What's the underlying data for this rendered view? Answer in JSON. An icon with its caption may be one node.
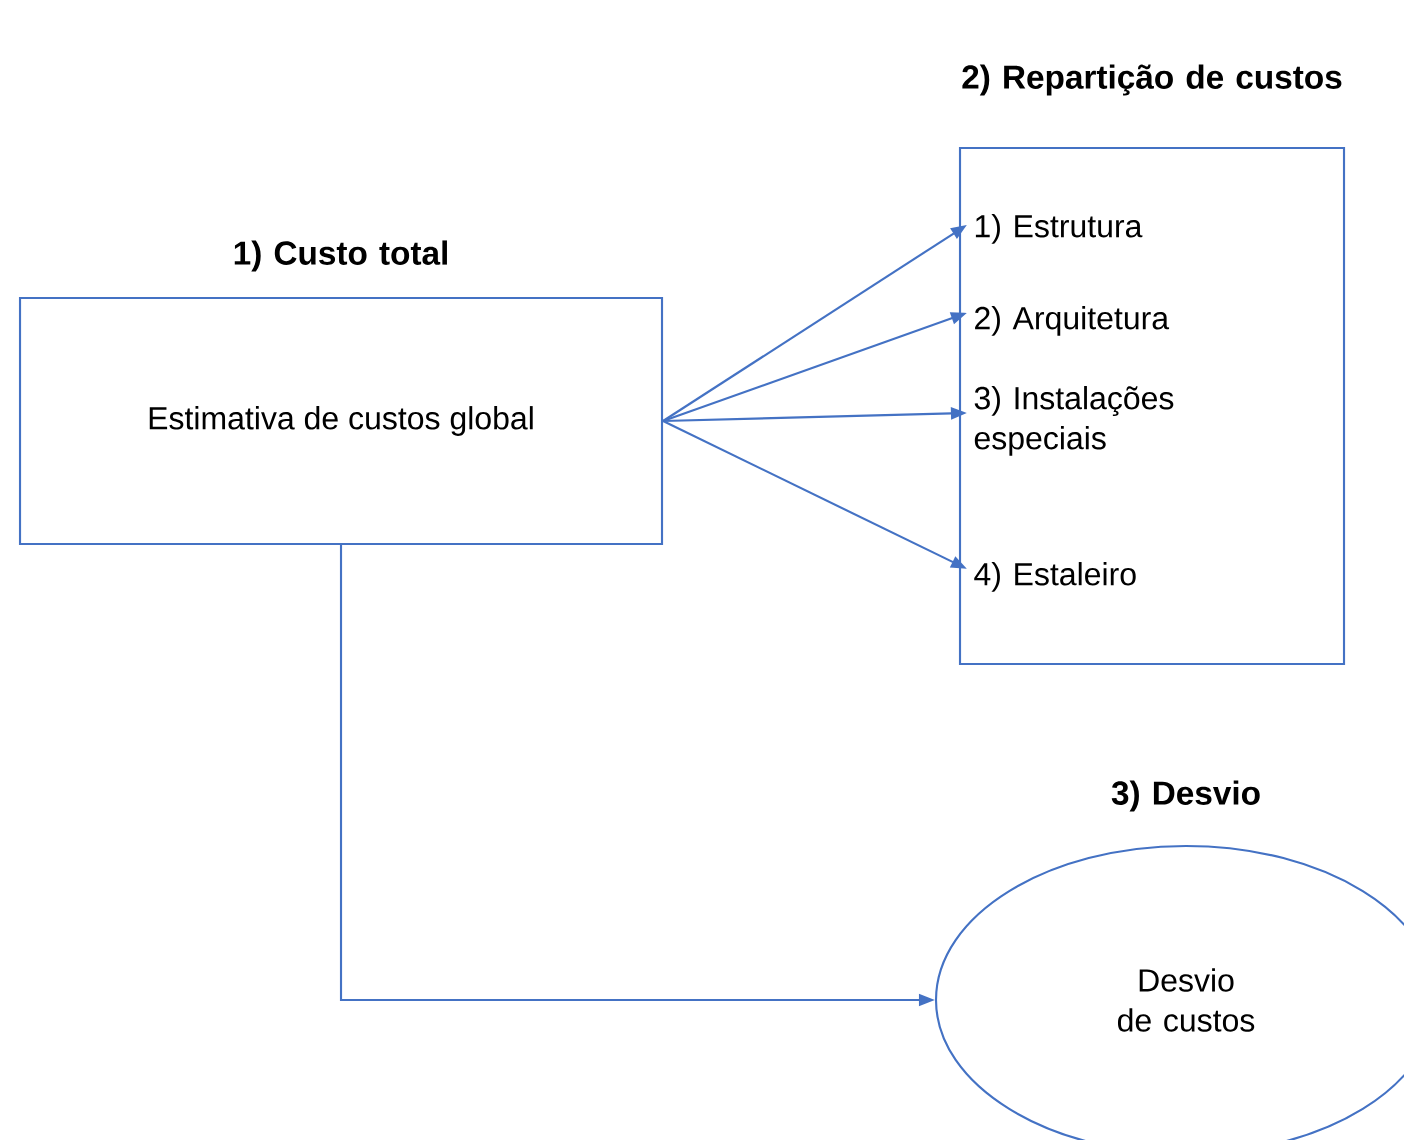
{
  "diagram": {
    "nodes": [
      {
        "text": [
          "1) Custo total",
          "Estimativa de custos global"
        ]
      },
      {
        "text": [
          "2) Repartição de custos"
        ]
      },
      {
        "text": [
          "1) Estrutura"
        ],
        "in": 1
      },
      {
        "text": [
          "2) Arquitetura"
        ],
        "in": 1
      },
      {
        "text": [
          "3) Instalações especiais"
        ],
        "in": 1
      },
      {
        "text": [
          "4) Estaleiro"
        ],
        "in": 1
      },
      {
        "text": [
          "3) Desvio",
          "Desvio de custos"
        ]
      }
    ],
    "edges": [
      {
        "from": 0,
        "to": 2,
        "arrow": "to"
      },
      {
        "from": 0,
        "to": 3,
        "arrow": "to"
      },
      {
        "from": 0,
        "to": 4,
        "arrow": "to"
      },
      {
        "from": 0,
        "to": 5,
        "arrow": "to"
      },
      {
        "from": 0,
        "to": 6,
        "arrow": "to"
      }
    ]
  }
}
